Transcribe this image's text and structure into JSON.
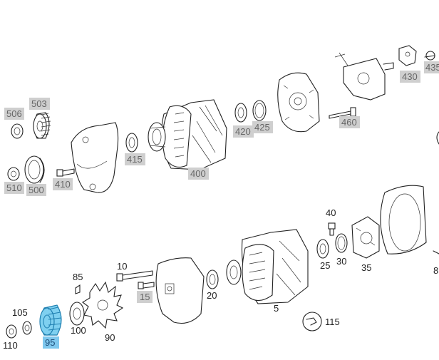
{
  "labels": {
    "l506": "506",
    "l503": "503",
    "l510": "510",
    "l500": "500",
    "l410": "410",
    "l415": "415",
    "l400": "400",
    "l420": "420",
    "l425": "425",
    "l460": "460",
    "l430": "430",
    "l435": "435",
    "l40": "40",
    "l25": "25",
    "l30": "30",
    "l35": "35",
    "l8": "8",
    "l10": "10",
    "l85": "85",
    "l15": "15",
    "l20": "20",
    "l5": "5",
    "l115": "115",
    "l105": "105",
    "l110": "110",
    "l95": "95",
    "l100": "100",
    "l90": "90"
  },
  "colors": {
    "highlight_fill": "#7fd0f0",
    "highlight_label": "#7fc8ee",
    "label_box": "#cfcfcf"
  }
}
